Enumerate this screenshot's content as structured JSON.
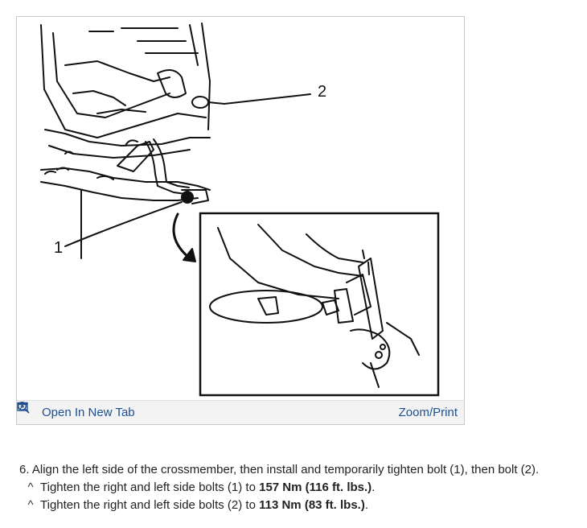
{
  "figure": {
    "callouts": {
      "one": "1",
      "two": "2"
    },
    "toolbar": {
      "open_tab_label": "Open In New Tab",
      "zoom_print_label": "Zoom/Print"
    },
    "icons": {
      "open_tab": "open-new-tab-icon",
      "zoom": "magnifier-icon"
    }
  },
  "procedure": {
    "step_number": "6.",
    "step_text": "Align the left side of the crossmember, then install and temporarily tighten bolt (1), then bolt (2).",
    "substeps": [
      {
        "bullet": "^",
        "prefix": "Tighten the right and left side bolts (1) to ",
        "torque_nm": "157 Nm",
        "torque_ft": "(116 ft. lbs.)",
        "suffix": "."
      },
      {
        "bullet": "^",
        "prefix": "Tighten the right and left side bolts (2) to ",
        "torque_nm": "113 Nm",
        "torque_ft": "(83 ft. lbs.)",
        "suffix": "."
      }
    ]
  },
  "colors": {
    "link": "#1e4f8f",
    "frame_border": "#c9c9c9",
    "toolbar_bg": "#f3f3f3"
  }
}
